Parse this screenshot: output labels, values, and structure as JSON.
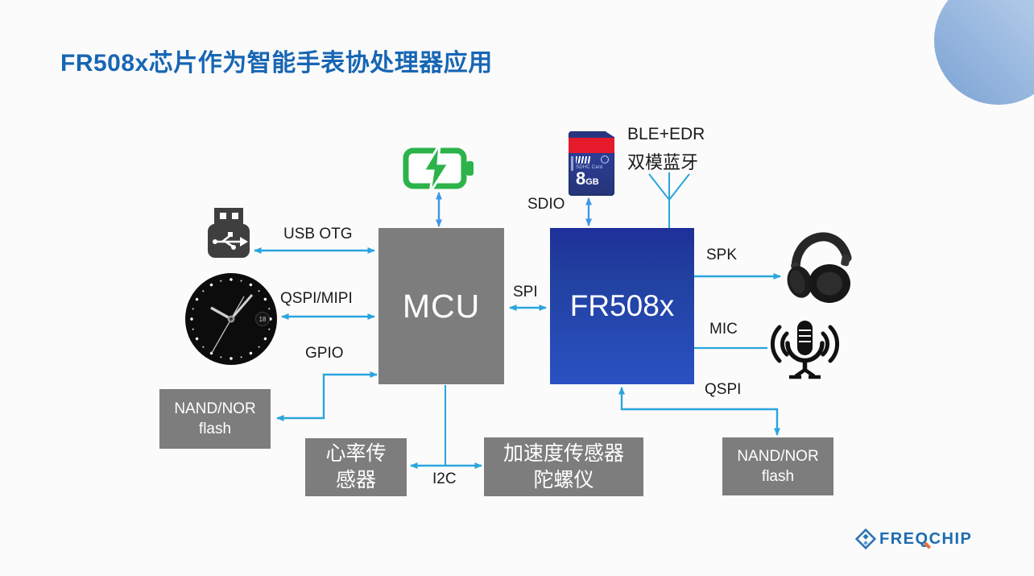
{
  "title": {
    "text": "FR508x芯片作为智能手表协处理器应用",
    "color": "#1766b4"
  },
  "colors": {
    "background": "#fbfbfb",
    "arrow_cyan": "#2aa5dd",
    "arrow_blue": "#3e97e8",
    "block_gray": "#7d7d7d",
    "fr508x_blue_top": "#1e3099",
    "fr508x_blue_bottom": "#2a51c2",
    "battery_green": "#2cb34a",
    "sd_navy": "#2b3d95",
    "sd_red": "#e51a2b",
    "logo_blue": "#1d6cb2",
    "logo_orange": "#e8703a"
  },
  "blocks": {
    "mcu": {
      "label": "MCU"
    },
    "fr508x": {
      "label": "FR508x"
    },
    "flash_left": {
      "line1": "NAND/NOR",
      "line2": "flash"
    },
    "flash_right": {
      "line1": "NAND/NOR",
      "line2": "flash"
    },
    "heart_rate": {
      "line1": "心率传",
      "line2": "感器"
    },
    "accel_gyro": {
      "line1": "加速度传感器",
      "line2": "陀螺仪"
    }
  },
  "bus_labels": {
    "usb_otg": "USB OTG",
    "qspi_mipi": "QSPI/MIPI",
    "gpio": "GPIO",
    "sdio": "SDIO",
    "spi": "SPI",
    "ble_line1": "BLE+EDR",
    "ble_line2": "双模蓝牙",
    "spk": "SPK",
    "mic": "MIC",
    "qspi": "QSPI",
    "i2c": "I2C"
  },
  "sd_card": {
    "label": "SDHC Card",
    "size_number": "8",
    "size_unit": "GB"
  },
  "watch": {
    "date": "18"
  },
  "logo": {
    "part1": "FRE",
    "part2": "Q",
    "part3": "CHIP"
  },
  "icons": {
    "battery": "battery-charging-icon",
    "usb": "usb-drive-icon",
    "watch": "watch-face-icon",
    "sd_card": "sd-card-icon",
    "antenna": "antenna-icon",
    "headphones": "headphones-icon",
    "microphone": "microphone-icon",
    "logo_mark": "freqchip-diamond-icon"
  }
}
